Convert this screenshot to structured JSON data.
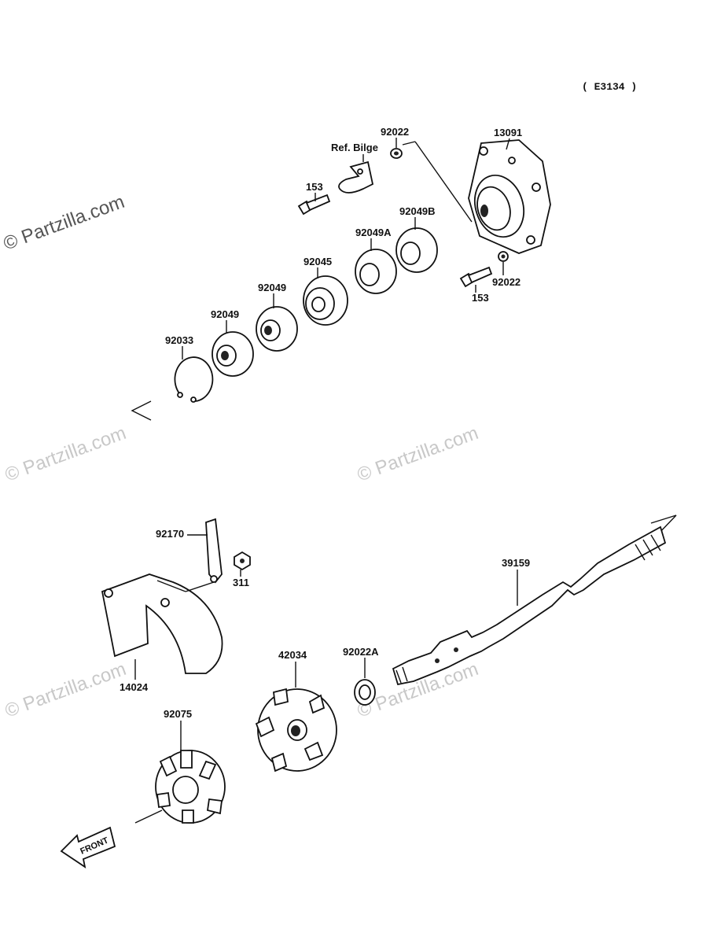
{
  "diagram_code": "( E3134 )",
  "watermark": "© Partzilla.com",
  "front_label": "FRONT",
  "parts": {
    "p13091": "13091",
    "p92022_top": "92022",
    "ref_bilge": "Ref. Bilge",
    "p153_top": "153",
    "p92049B": "92049B",
    "p92049A": "92049A",
    "p92045": "92045",
    "p92049_a": "92049",
    "p92049_b": "92049",
    "p92033": "92033",
    "p92022_right": "92022",
    "p153_right": "153",
    "p92170": "92170",
    "p311": "311",
    "p14024": "14024",
    "p39159": "39159",
    "p42034": "42034",
    "p92022A": "92022A",
    "p92075": "92075"
  }
}
